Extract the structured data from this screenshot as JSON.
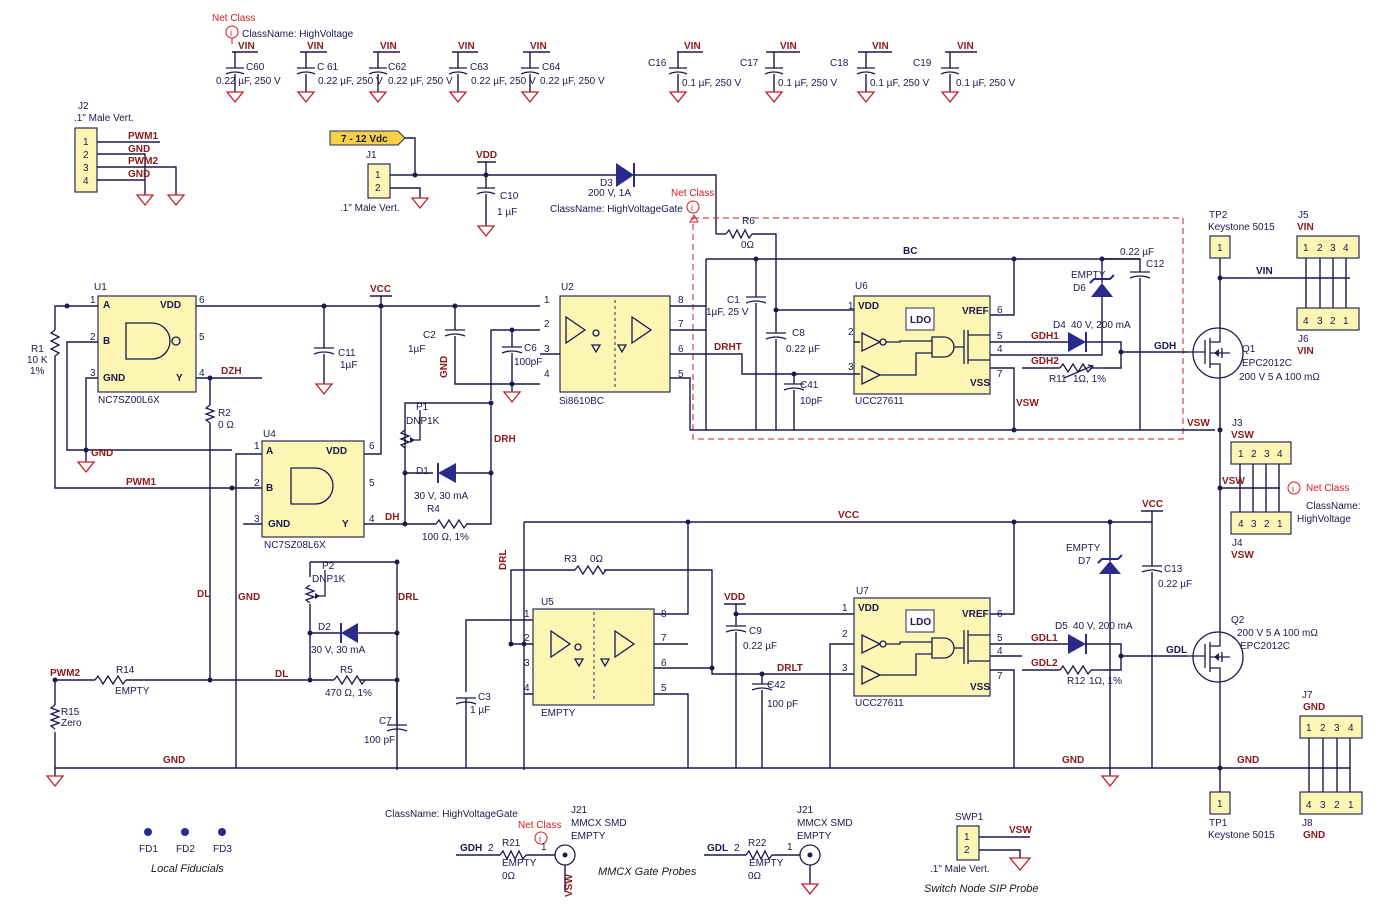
{
  "net_class": {
    "label": "Net Class",
    "hv_name": "ClassName: HighVoltage",
    "hvgate_name": "ClassName: HighVoltageGate",
    "hvgate_name_bottom": "ClassName: HighVoltageGate",
    "j3_class": "ClassName:",
    "j3_class2": "HighVoltage"
  },
  "top_caps": [
    {
      "ref": "C60",
      "net": "VIN",
      "value": "0.22 µF, 250 V"
    },
    {
      "ref": "C 61",
      "net": "VIN",
      "value": "0.22 µF, 250 V"
    },
    {
      "ref": "C62",
      "net": "VIN",
      "value": "0.22 µF, 250 V"
    },
    {
      "ref": "C63",
      "net": "VIN",
      "value": "0.22 µF, 250 V"
    },
    {
      "ref": "C64",
      "net": "VIN",
      "value": "0.22 µF, 250 V"
    },
    {
      "ref": "C16",
      "net": "VIN",
      "value": "0.1 µF, 250 V"
    },
    {
      "ref": "C17",
      "net": "VIN",
      "value": "0.1 µF, 250 V"
    },
    {
      "ref": "C18",
      "net": "VIN",
      "value": "0.1 µF, 250 V"
    },
    {
      "ref": "C19",
      "net": "VIN",
      "value": "0.1 µF, 250 V"
    }
  ],
  "j2": {
    "ref": "J2",
    "desc": ".1\" Male Vert.",
    "pins": [
      "1",
      "2",
      "3",
      "4"
    ],
    "nets": [
      "PWM1",
      "GND",
      "PWM2",
      "GND"
    ]
  },
  "j1": {
    "ref": "J1",
    "desc": ".1\" Male Vert.",
    "tag": "7 - 12 Vdc",
    "pins": [
      "1",
      "2"
    ]
  },
  "vdd_net": "VDD",
  "c10": {
    "ref": "C10",
    "value": "1 µF"
  },
  "d3": {
    "ref": "D3",
    "value": "200 V, 1A"
  },
  "r6": {
    "ref": "R6",
    "value": "0Ω"
  },
  "bc": "BC",
  "c12": {
    "ref": "C12",
    "value": "0.22 µF"
  },
  "d6": {
    "ref": "D6",
    "value": "EMPTY"
  },
  "tp2": {
    "ref": "TP2",
    "desc": "Keystone 5015",
    "pin": "1"
  },
  "j5": {
    "ref": "J5",
    "net": "VIN",
    "pins": [
      "1",
      "2",
      "3",
      "4"
    ]
  },
  "j6": {
    "ref": "J6",
    "net": "VIN",
    "pins": [
      "4",
      "3",
      "2",
      "1"
    ]
  },
  "vin": "VIN",
  "u1": {
    "ref": "U1",
    "part": "NC7SZ00L6X",
    "pins": {
      "a": "A",
      "b": "B",
      "gnd": "GND",
      "vdd": "VDD",
      "y": "Y"
    },
    "nums": [
      "1",
      "2",
      "3",
      "6",
      "5",
      "4"
    ]
  },
  "r1": {
    "ref": "R1",
    "value": "10 K",
    "tol": "1%"
  },
  "vcc": "VCC",
  "c11": {
    "ref": "C11",
    "value": "1µF"
  },
  "c2": {
    "ref": "C2",
    "value": "1µF"
  },
  "c6": {
    "ref": "C6",
    "value": "100pF"
  },
  "u2": {
    "ref": "U2",
    "part": "Si8610BC",
    "nums_l": [
      "1",
      "2",
      "3",
      "4"
    ],
    "nums_r": [
      "8",
      "7",
      "6",
      "5"
    ]
  },
  "c1": {
    "ref": "C1",
    "value": "1µF, 25 V"
  },
  "c8": {
    "ref": "C8",
    "value": "0.22 µF"
  },
  "c41": {
    "ref": "C41",
    "value": "10pF"
  },
  "drht": "DRHT",
  "u6": {
    "ref": "U6",
    "part": "UCC27611",
    "vdd": "VDD",
    "ldo": "LDO",
    "vref": "VREF",
    "vss": "VSS",
    "nums_l": [
      "1",
      "2",
      "3"
    ],
    "nums_r": [
      "6",
      "5",
      "4",
      "7"
    ]
  },
  "d4": {
    "ref": "D4",
    "value": "40 V, 200 mA"
  },
  "r11": {
    "ref": "R11",
    "value": "1Ω, 1%"
  },
  "gdh1": "GDH1",
  "gdh2": "GDH2",
  "gdh": "GDH",
  "q1": {
    "ref": "Q1",
    "part": "EPC2012C",
    "rating": "200 V 5 A 100 mΩ"
  },
  "vsw": "VSW",
  "j3": {
    "ref": "J3",
    "net": "VSW",
    "pins": [
      "1",
      "2",
      "3",
      "4"
    ]
  },
  "j4": {
    "ref": "J4",
    "net": "VSW",
    "pins": [
      "4",
      "3",
      "2",
      "1"
    ]
  },
  "dzh": "DZH",
  "r2": {
    "ref": "R2",
    "value": "0 Ω"
  },
  "gnd": "GND",
  "pwm1": "PWM1",
  "u4": {
    "ref": "U4",
    "part": "NC7SZ08L6X",
    "pins": {
      "a": "A",
      "b": "B",
      "gnd": "GND",
      "vdd": "VDD",
      "y": "Y"
    },
    "nums": [
      "1",
      "2",
      "3",
      "6",
      "5",
      "4"
    ]
  },
  "p1": {
    "ref": "P1",
    "value": "DNP1K"
  },
  "d1": {
    "ref": "D1",
    "value": "30 V, 30 mA"
  },
  "r4": {
    "ref": "R4",
    "value": "100 Ω, 1%"
  },
  "drh": "DRH",
  "dh": "DH",
  "dl": "DL",
  "drl": "DRL",
  "r3": {
    "ref": "R3",
    "value": "0Ω"
  },
  "p2": {
    "ref": "P2",
    "value": "DNP1K"
  },
  "d2": {
    "ref": "D2",
    "value": "30 V, 30 mA"
  },
  "r5": {
    "ref": "R5",
    "value": "470 Ω, 1%"
  },
  "c7": {
    "ref": "C7",
    "value": "100 pF"
  },
  "pwm2": "PWM2",
  "r14": {
    "ref": "R14",
    "value": "EMPTY"
  },
  "r15": {
    "ref": "R15",
    "value": "Zero"
  },
  "c3": {
    "ref": "C3",
    "value": "1 µF"
  },
  "u5": {
    "ref": "U5",
    "part": "EMPTY",
    "nums_l": [
      "1",
      "2",
      "3",
      "4"
    ],
    "nums_r": [
      "8",
      "7",
      "6",
      "5"
    ]
  },
  "c9": {
    "ref": "C9",
    "value": "0.22 µF"
  },
  "c42": {
    "ref": "C42",
    "value": "100 pF"
  },
  "drlt": "DRLT",
  "u7": {
    "ref": "U7",
    "part": "UCC27611",
    "vdd": "VDD",
    "ldo": "LDO",
    "vref": "VREF",
    "vss": "VSS",
    "nums_l": [
      "1",
      "2",
      "3"
    ],
    "nums_r": [
      "6",
      "5",
      "4",
      "7"
    ]
  },
  "d5": {
    "ref": "D5",
    "value": "40 V, 200 mA"
  },
  "r12": {
    "ref": "R12",
    "value": "1Ω, 1%"
  },
  "gdl1": "GDL1",
  "gdl2": "GDL2",
  "gdl": "GDL",
  "q2": {
    "ref": "Q2",
    "part": "EPC2012C",
    "rating": "200 V 5 A 100 mΩ"
  },
  "d7": {
    "ref": "D7",
    "value": "EMPTY"
  },
  "c13": {
    "ref": "C13",
    "value": "0.22 µF"
  },
  "tp1": {
    "ref": "TP1",
    "desc": "Keystone 5015",
    "pin": "1"
  },
  "j7": {
    "ref": "J7",
    "net": "GND",
    "pins": [
      "1",
      "2",
      "3",
      "4"
    ]
  },
  "j8": {
    "ref": "J8",
    "net": "GND",
    "pins": [
      "4",
      "3",
      "2",
      "1"
    ]
  },
  "fiducials": {
    "items": [
      "FD1",
      "FD2",
      "FD3"
    ],
    "caption": "Local Fiducials"
  },
  "probe_h": {
    "net": "GDH",
    "pin": "2",
    "r_ref": "R21",
    "r_val1": "EMPTY",
    "r_val2": "0Ω",
    "j_ref": "J21",
    "j_desc": "MMCX SMD",
    "j_val": "EMPTY",
    "j_pin": "1",
    "vsw": "VSW"
  },
  "probe_l": {
    "net": "GDL",
    "pin": "2",
    "r_ref": "R22",
    "r_val1": "EMPTY",
    "r_val2": "0Ω",
    "j_ref": "J21",
    "j_desc": "MMCX SMD",
    "j_val": "EMPTY",
    "j_pin": "1"
  },
  "probe_caption": "MMCX Gate Probes",
  "swp1": {
    "ref": "SWP1",
    "desc": ".1\" Male Vert.",
    "net": "VSW",
    "pins": [
      "1",
      "2"
    ]
  },
  "swp_caption": "Switch Node SIP Probe"
}
